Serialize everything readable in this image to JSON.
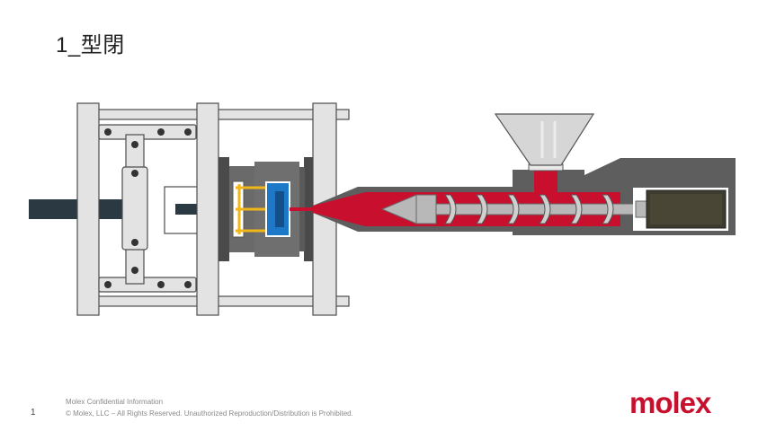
{
  "slide": {
    "title": "1_型閉",
    "page_number": "1"
  },
  "footer": {
    "confidential": "Molex Confidential Information",
    "copyright": "© Molex, LLC – All Rights Reserved. Unauthorized Reproduction/Distribution is Prohibited."
  },
  "logo": {
    "text": "molex",
    "color": "#c8102e"
  },
  "colors": {
    "frame": "#e3e3e3",
    "frame_stroke": "#4d4d4d",
    "rod": "#2b3a42",
    "barrel": "#5e5e5e",
    "melt": "#c8102e",
    "mold_cavity": "#1e78c8",
    "ejector_pins": "#f2b619",
    "screw": "#b8b8b8",
    "motor": "#3d3a2e"
  }
}
